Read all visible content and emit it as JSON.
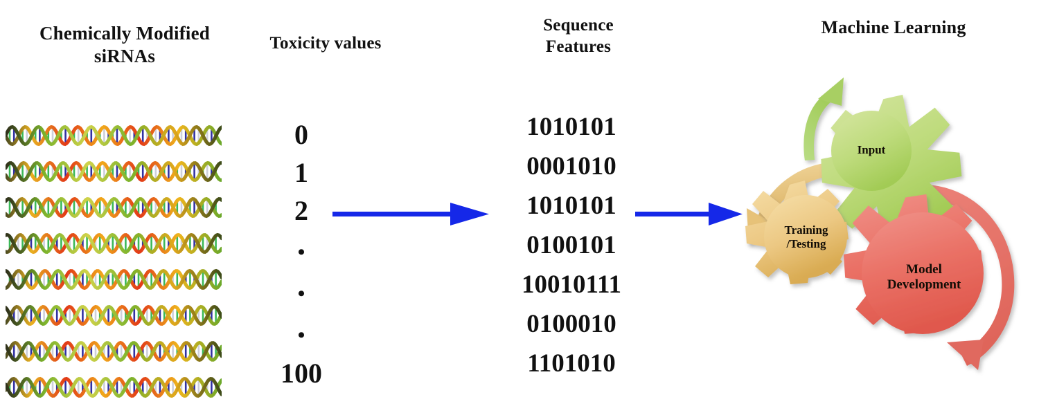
{
  "diagram": {
    "title_columns": [
      {
        "id": "sirna",
        "label": "Chemically Modified\nsiRNAs"
      },
      {
        "id": "toxicity",
        "label": "Toxicity values"
      },
      {
        "id": "sequence",
        "label": "Sequence\nFeatures"
      },
      {
        "id": "ml",
        "label": "Machine Learning"
      }
    ],
    "columns": {
      "sirna": {
        "title_line1": "Chemically Modified",
        "title_line2": "siRNAs",
        "item_count": 8,
        "icon": "dna-double-helix"
      },
      "toxicity": {
        "title": "Toxicity values",
        "values": [
          "0",
          "1",
          "2",
          "•",
          "•",
          "•",
          "100"
        ]
      },
      "sequence": {
        "title_line1": "Sequence",
        "title_line2": "Features",
        "values": [
          "1010101",
          "0001010",
          "1010101",
          "0100101",
          "10010111",
          "0100010",
          "1101010"
        ]
      },
      "ml": {
        "title": "Machine Learning",
        "gears": [
          {
            "id": "input",
            "label": "Input",
            "color": "#b9d96f"
          },
          {
            "id": "training-testing",
            "label_line1": "Training",
            "label_line2": "/Testing",
            "color": "#e9c278"
          },
          {
            "id": "model-development",
            "label_line1": "Model",
            "label_line2": "Development",
            "color": "#e8675c"
          }
        ],
        "arrows": [
          {
            "id": "green-curved-arrow",
            "color": "#a8cf64"
          },
          {
            "id": "tan-curved-arrow",
            "color": "#e7c278"
          },
          {
            "id": "red-curved-arrow",
            "color": "#e0695f"
          }
        ]
      }
    },
    "flow_arrows": [
      {
        "id": "arrow-tox-to-seq",
        "color": "#1528e8"
      },
      {
        "id": "arrow-seq-to-ml",
        "color": "#1528e8"
      }
    ],
    "colors": {
      "arrow_blue": "#1528e8",
      "gear_green": "#b9d96f",
      "gear_tan": "#e9c278",
      "gear_red": "#e8675c",
      "text": "#111111",
      "background": "#ffffff"
    }
  }
}
